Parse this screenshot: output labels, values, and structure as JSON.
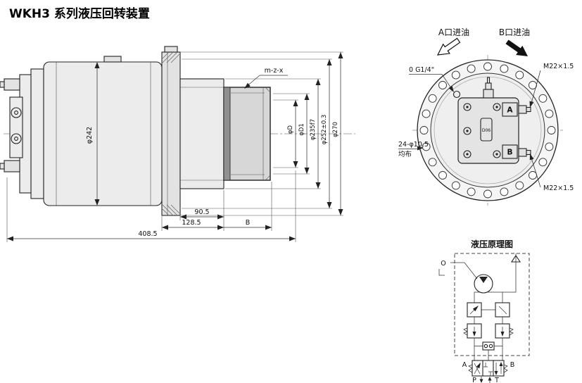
{
  "page": {
    "title": "WKH3 系列液压回转装置"
  },
  "side_view": {
    "dims": {
      "body_dia": "φ242",
      "spline_spec": "m-z-x",
      "shaft_d": "φD",
      "shaft_d1": "φD1",
      "pilot_dia": "φ235f7",
      "ring_dia": "φ252±0.3",
      "flange_dia": "φ270",
      "len_flange_to_spline": "90.5",
      "len_front": "128.5",
      "len_shaft": "B",
      "len_total": "408.5"
    }
  },
  "end_view": {
    "inlet_a": "A口进油",
    "inlet_b": "B口进油",
    "gauge_port": "0 G1/4\"",
    "thread_top": "M22×1.5",
    "thread_bottom": "M22×1.5",
    "bolt_holes": "24-φ10.5",
    "bolt_holes_note": "均布",
    "port_a": "A",
    "port_b": "B",
    "valve_mark": "D06"
  },
  "schematic": {
    "title": "液压原理图",
    "drain_port": "O",
    "port_a": "A",
    "port_b": "B",
    "port_p": "P",
    "port_t": "T"
  }
}
